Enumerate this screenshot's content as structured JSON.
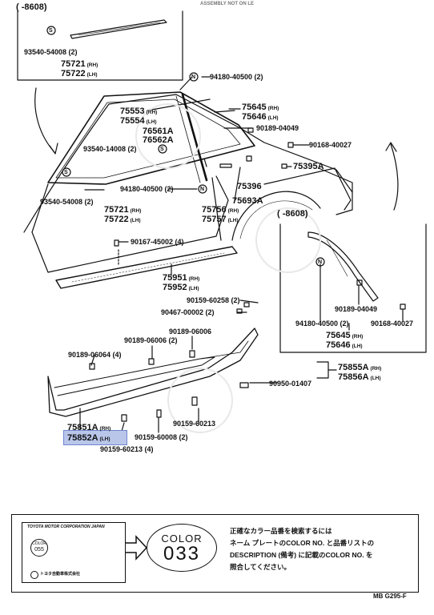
{
  "inset_top_left": {
    "note": "(  -8608)"
  },
  "inset_right": {
    "note": "(  -8608)"
  },
  "top_scribble": "ASSEMBLY  NOT  ON  LE",
  "parts": {
    "p93540_54008_top": "93540-54008 (2)",
    "p75721_top": "75721",
    "p75722_top": "75722",
    "p94180_top": "94180-40500 (2)",
    "p75553": "75553",
    "p75554": "75554",
    "p75645": "75645",
    "p75646": "75646",
    "p76561A": "76561A",
    "p76562A": "76562A",
    "p90189_04049": "90189-04049",
    "p90168_40027": "90168-40027",
    "p93540_14008": "93540-14008 (2)",
    "p75395A": "75395A",
    "p93540_54008_mid": "93540-54008 (2)",
    "p94180_mid": "94180-40500 (2)",
    "p75396": "75396",
    "p75693A": "75693A",
    "p75721_mid": "75721",
    "p75722_mid": "75722",
    "p75756": "75756",
    "p75757": "75757",
    "p90167_45002": "90167-45002 (4)",
    "p75951": "75951",
    "p75952": "75952",
    "p90159_60258": "90159-60258 (2)",
    "p90467_00002": "90467-00002 (2)",
    "p90189_06006_a": "90189-06006",
    "p90189_06006_b": "90189-06006 (2)",
    "p90189_06064": "90189-06064 (4)",
    "p75855A": "75855A",
    "p75856A": "75856A",
    "p90950_01407": "90950-01407",
    "p75851A": "75851A",
    "p75852A": "75852A",
    "p90159_60213_a": "90159-60213",
    "p90159_60008": "90159-60008 (2)",
    "p90159_60213_b": "90159-60213 (4)",
    "p94180_inset": "94180-40500 (2)",
    "p90189_04049_inset": "90189-04049",
    "p90168_40027_inset": "90168-40027",
    "p75645_inset": "75645",
    "p75646_inset": "75646"
  },
  "side": {
    "rh": "(RH)",
    "lh": "(LH)"
  },
  "fastener_marks": {
    "s": "S",
    "n": "N"
  },
  "color_note": {
    "plate_title": "TOYOTA MOTOR CORPORATION  JAPAN",
    "plate_color_word": "COLOR",
    "plate_color_code": "055",
    "plate_company": "トヨタ自動車株式会社",
    "oval_word": "COLOR",
    "oval_code": "033",
    "line1": "正確なカラー品番を検索するには",
    "line2": "ネーム プレートのCOLOR NO. と品番リストの",
    "line3": "DESCRIPTION (備考) に記載のCOLOR NO. を",
    "line4": "照合してください。"
  },
  "diagram_code": "MB  G295-F",
  "colors": {
    "highlight": "#b9c6ea",
    "ink": "#111111"
  }
}
